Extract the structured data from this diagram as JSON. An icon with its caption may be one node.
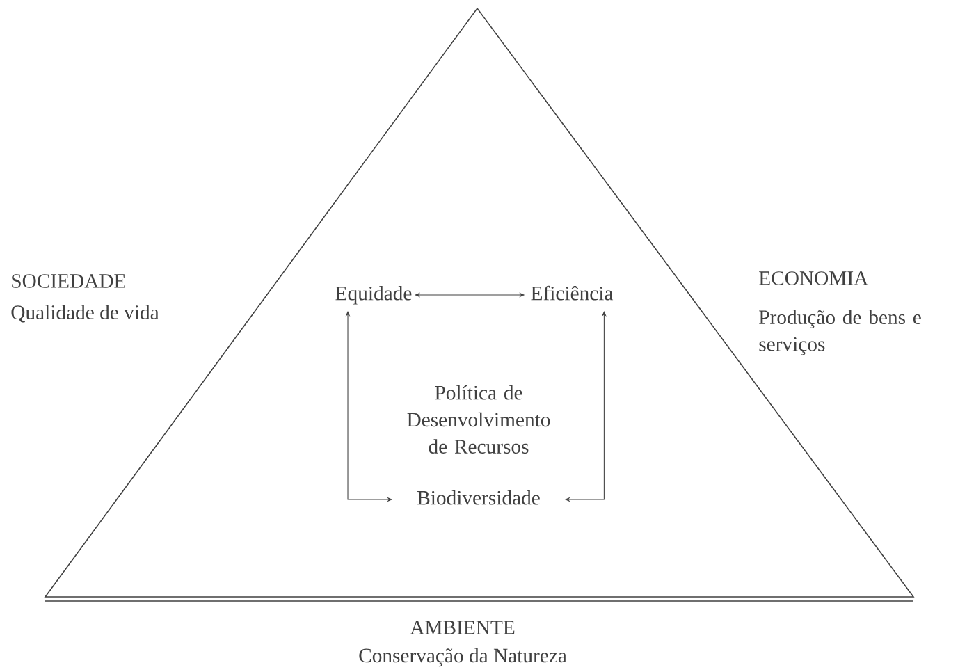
{
  "diagram": {
    "nodes": [
      {
        "text": [
          "Equidade"
        ]
      },
      {
        "text": [
          "Eficiência"
        ]
      },
      {
        "text": [
          "Biodiversidade"
        ]
      },
      {
        "text": [
          "Política de Desenvolvimento de Recursos"
        ]
      }
    ],
    "edges": [
      {
        "from": 0,
        "to": 1,
        "arrow": "both"
      },
      {
        "from": 0,
        "to": 2,
        "arrow": "both"
      },
      {
        "from": 1,
        "to": 2,
        "arrow": "both"
      }
    ],
    "labels": [
      "SOCIEDADE",
      "Qualidade de vida",
      "ECONOMIA",
      "Produção de bens e serviços",
      "AMBIENTE",
      "Conservação da Natureza"
    ]
  }
}
